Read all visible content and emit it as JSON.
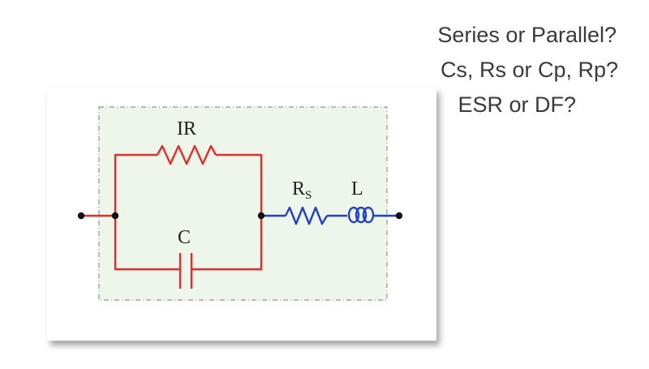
{
  "questions": {
    "line1": "Series or Parallel?",
    "line2": "Cs, Rs or Cp, Rp?",
    "line3": "ESR or DF?"
  },
  "circuit": {
    "label_ir": "IR",
    "label_c": "C",
    "label_rs_main": "R",
    "label_rs_sub": "S",
    "label_l": "L",
    "colors": {
      "parallel_branch": "#e0302c",
      "series_branch": "#2040d0",
      "box_fill": "#eef5ea",
      "box_border": "#8a9a8a"
    }
  }
}
